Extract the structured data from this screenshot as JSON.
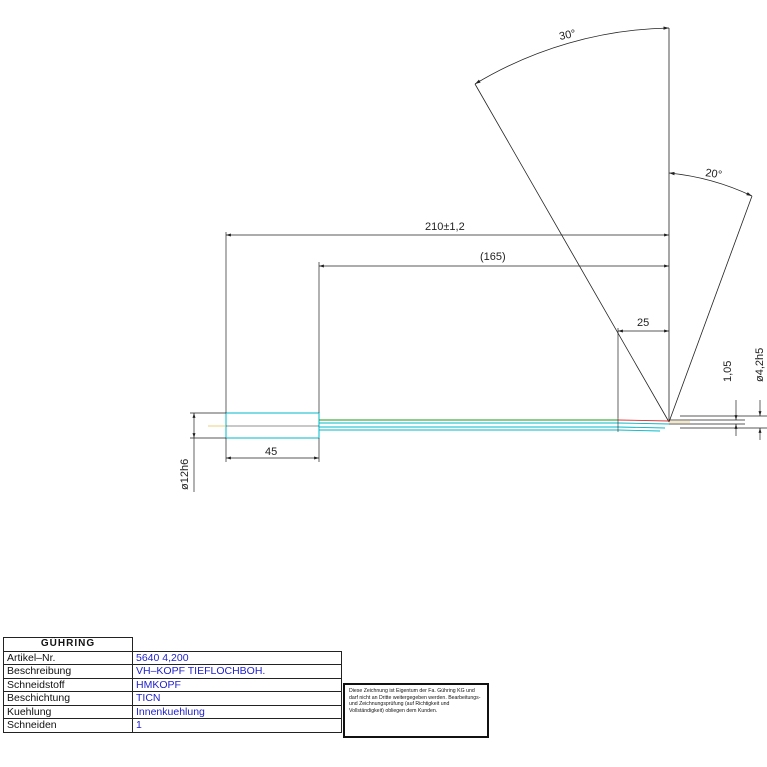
{
  "drawing": {
    "dim_total_length": "210±1,2",
    "dim_flute_length": "(165)",
    "dim_shank_length": "45",
    "dim_tip_length": "25",
    "dim_shank_diameter": "ø12h6",
    "dim_tip_diameter": "ø4,2h5",
    "dim_tip_offset": "1,05",
    "angle_large": "30°",
    "angle_small": "20°"
  },
  "titleblock": {
    "logo": "GÜHRING",
    "rows": [
      {
        "label": "Artikel–Nr.",
        "value": "5640  4,200"
      },
      {
        "label": "Beschreibung",
        "value": "VH–KOPF  TIEFLOCHBOH."
      },
      {
        "label": "Schneidstoff",
        "value": "HMKOPF"
      },
      {
        "label": "Beschichtung",
        "value": "TICN"
      },
      {
        "label": "Kuehlung",
        "value": "Innenkuehlung"
      },
      {
        "label": "Schneiden",
        "value": "1"
      }
    ]
  },
  "note": {
    "text": "Diese Zeichnung ist Eigentum der Fa. Gühring KG und darf nicht an Dritte weitergegeben werden. Bearbeitungs- und Zeichnungsprüfung (auf Richtigkeit und Vollständigkeit) obliegen dem Kunden."
  }
}
